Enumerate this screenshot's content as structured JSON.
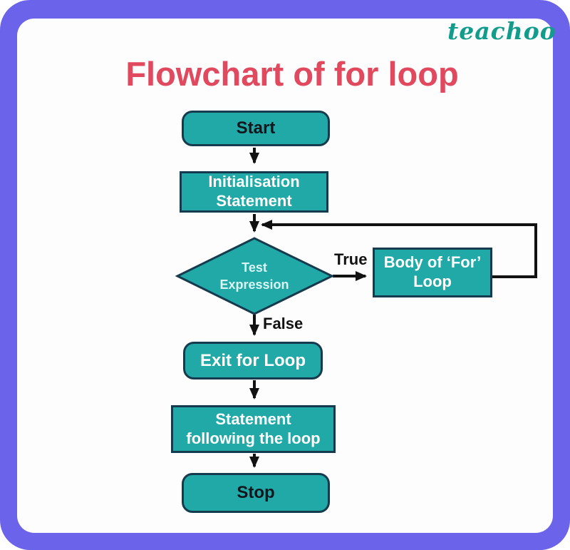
{
  "brand": {
    "logo": "teachoo"
  },
  "title": "Flowchart of for loop",
  "flowchart": {
    "nodes": {
      "start": {
        "label": "Start",
        "type": "terminator"
      },
      "init": {
        "line1": "Initialisation",
        "line2": "Statement",
        "type": "process"
      },
      "test": {
        "line1": "Test",
        "line2": "Expression",
        "type": "decision"
      },
      "body": {
        "line1": "Body of ‘For’",
        "line2": "Loop",
        "type": "process"
      },
      "exit": {
        "label": "Exit for Loop",
        "type": "terminator"
      },
      "statement": {
        "line1": "Statement",
        "line2": "following the loop",
        "type": "process"
      },
      "stop": {
        "label": "Stop",
        "type": "terminator"
      }
    },
    "edges": {
      "true_label": "True",
      "false_label": "False"
    }
  },
  "colors": {
    "frame_purple": "#6b63ea",
    "node_teal_fill": "#20a9a6",
    "node_border_dark": "#173b4e",
    "title_pink": "#e0495e",
    "logo_teal": "#129c8c",
    "arrow_black": "#121212",
    "diamond_text": "#d9f4f3"
  }
}
